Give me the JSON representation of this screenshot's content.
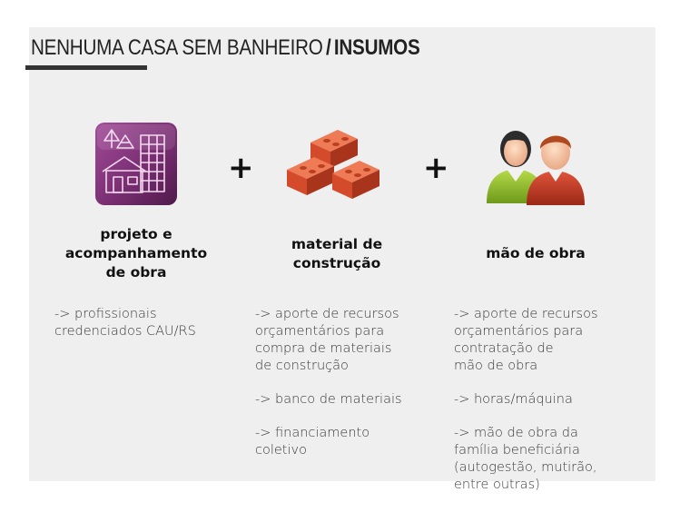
{
  "header": {
    "title_main": "NENHUMA CASA SEM BANHEIRO",
    "title_sep": "/",
    "title_highlight": "INSUMOS"
  },
  "colors": {
    "panel_bg": "#efefef",
    "purple_icon": "#7a2f73",
    "brick": "#d44b2c",
    "person_green": "#8fbf2a",
    "person_red": "#c73a26"
  },
  "columns": [
    {
      "icon": "architecture-plan-icon",
      "title_lines": [
        "projeto e",
        "acompanhamento",
        "de obra"
      ],
      "items": [
        [
          "-> profissionais",
          "credenciados CAU/RS"
        ]
      ]
    },
    {
      "icon": "bricks-icon",
      "title_lines": [
        "material de",
        "construção"
      ],
      "items": [
        [
          "-> aporte de recursos",
          "orçamentários para",
          "compra de materiais",
          "de construção"
        ],
        [
          "-> banco de materiais"
        ],
        [
          "-> financiamento",
          "coletivo"
        ]
      ]
    },
    {
      "icon": "people-icon",
      "title_lines": [
        "mão de obra"
      ],
      "items": [
        [
          "-> aporte de recursos",
          "orçamentários para",
          "contratação de",
          "mão de obra"
        ],
        [
          "-> horas/máquina"
        ],
        [
          "-> mão de obra da",
          "família beneficiária",
          "(autogestão, mutirão,",
          "entre outras)"
        ]
      ]
    }
  ],
  "operators": [
    "+",
    "+"
  ]
}
